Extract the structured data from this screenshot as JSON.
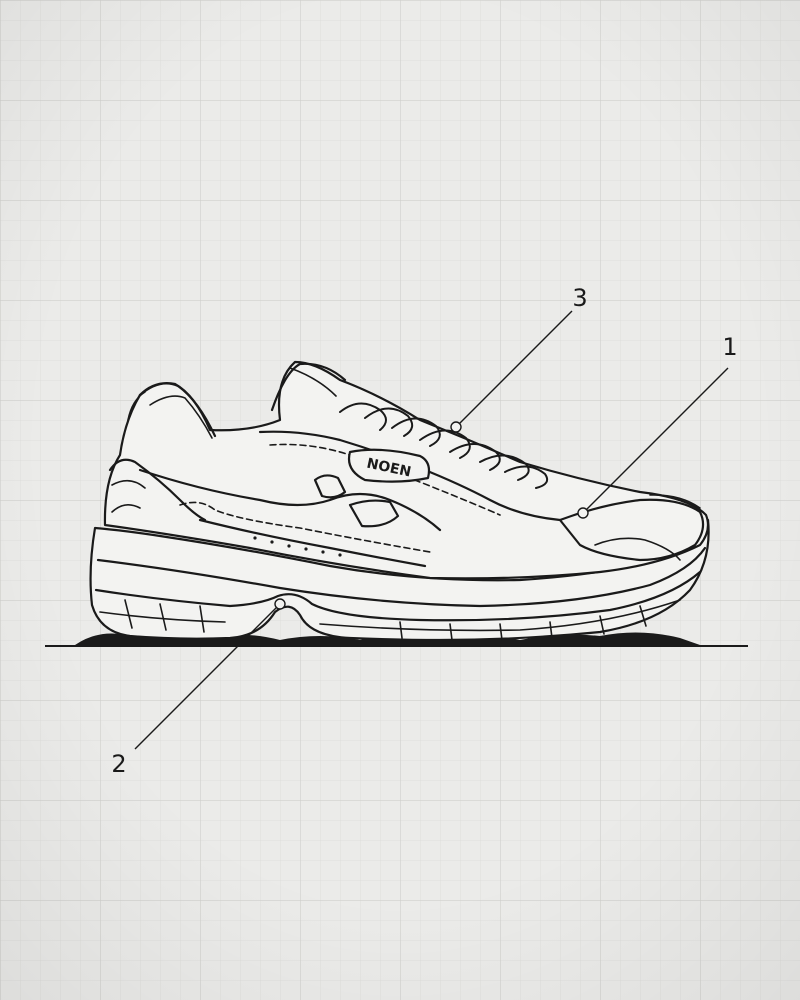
{
  "brand_mark": "NOEN",
  "callouts": [
    {
      "number": "1"
    },
    {
      "number": "2"
    },
    {
      "number": "3"
    }
  ],
  "colors": {
    "paper": "#e9e9e7",
    "grid": "#d6d6d3",
    "ink": "#1a1a1a",
    "shoe_fill": "#f3f3f1"
  }
}
